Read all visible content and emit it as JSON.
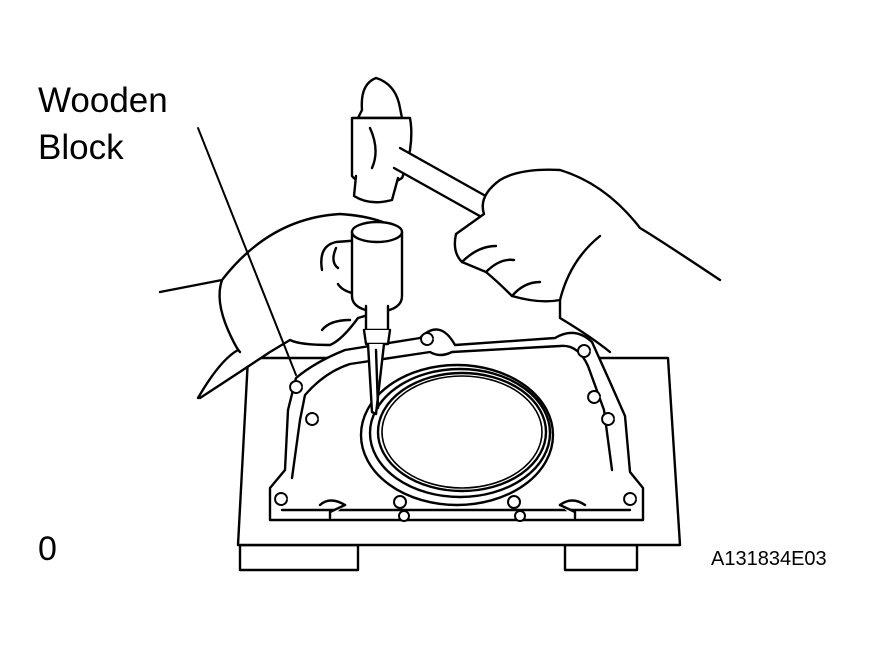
{
  "callout": {
    "line1": "Wooden",
    "line2": "Block"
  },
  "corner_mark": "0",
  "figure_code": "A131834E03",
  "colors": {
    "ink": "#000000",
    "background": "#ffffff"
  }
}
